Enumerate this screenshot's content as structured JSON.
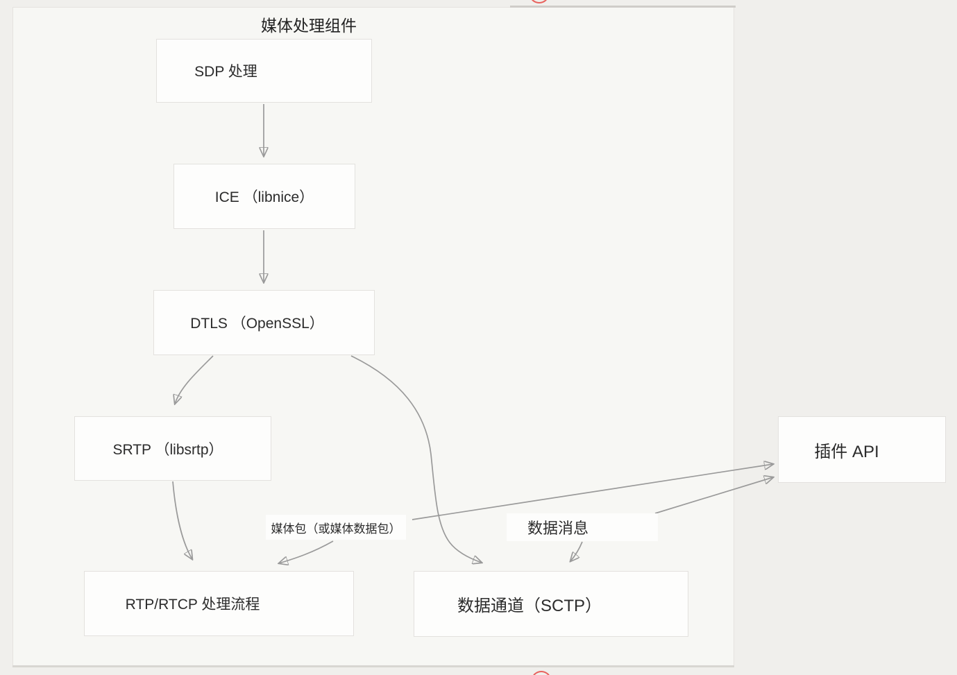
{
  "title": "媒体处理组件",
  "nodes": {
    "sdp": {
      "label": "SDP 处理"
    },
    "ice": {
      "label": "ICE （libnice）"
    },
    "dtls": {
      "label": "DTLS （OpenSSL）"
    },
    "srtp": {
      "label": "SRTP （libsrtp）"
    },
    "rtp": {
      "label": "RTP/RTCP 处理流程"
    },
    "sctp": {
      "label": "数据通道（SCTP）"
    },
    "plugin_api": {
      "label": "插件 API"
    }
  },
  "edge_labels": {
    "media_packets": "媒体包（或媒体数据包）",
    "data_messages": "数据消息"
  },
  "edges": [
    {
      "from": "sdp",
      "to": "ice"
    },
    {
      "from": "ice",
      "to": "dtls"
    },
    {
      "from": "dtls",
      "to": "srtp"
    },
    {
      "from": "dtls",
      "to": "sctp"
    },
    {
      "from": "srtp",
      "to": "rtp"
    },
    {
      "from": "media_packets_label",
      "to": "rtp"
    },
    {
      "from": "media_packets_label",
      "to": "plugin_api"
    },
    {
      "from": "data_messages_label",
      "to": "sctp"
    },
    {
      "from": "data_messages_label",
      "to": "plugin_api"
    }
  ],
  "colors": {
    "outer_bg": "#f0efec",
    "panel_bg": "#f7f7f4",
    "panel_border": "#e5e3df",
    "node_bg": "#fdfdfc",
    "node_border": "#e3e1de",
    "arrow": "#9a9a9a",
    "text": "#2b2b2b",
    "annotation_red": "#e8625d"
  }
}
